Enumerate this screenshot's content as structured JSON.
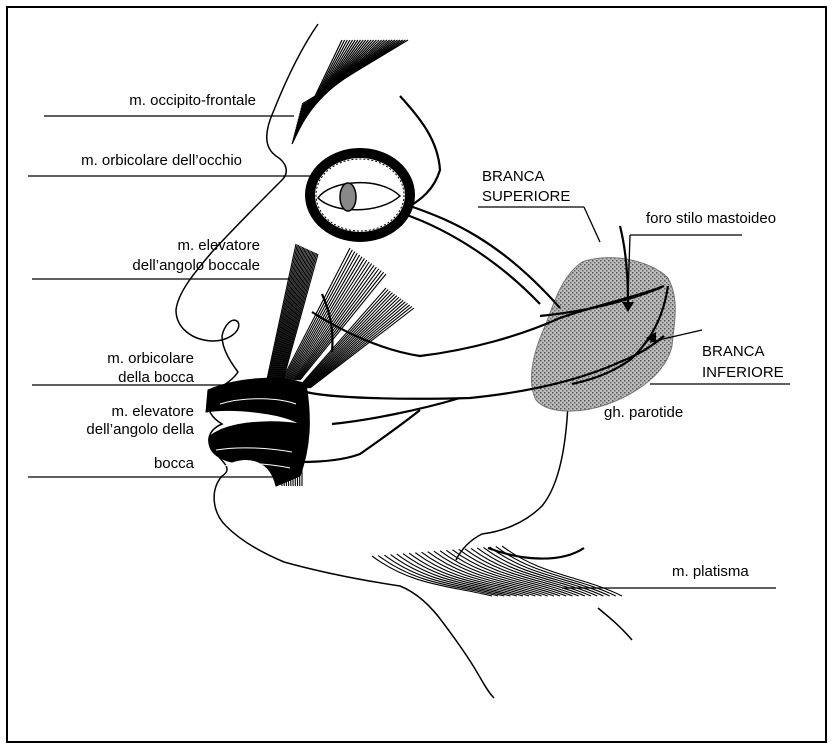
{
  "diagram": {
    "labels": {
      "occipito_frontale": "m. occipito-frontale",
      "orbicolare_occhio": "m. orbicolare dell’occhio",
      "elevatore_1": "m. elevatore",
      "elevatore_2": "dell’angolo boccale",
      "orbicolare_bocca_1": "m. orbicolare",
      "orbicolare_bocca_2": "della bocca",
      "elev_angolo_bocca_1": "m. elevatore",
      "elev_angolo_bocca_2": "dell’angolo della",
      "elev_angolo_bocca_3": "bocca",
      "branca_sup_1": "BRANCA",
      "branca_sup_2": "SUPERIORE",
      "foro": "foro stilo mastoideo",
      "branca_inf_1": "BRANCA",
      "branca_inf_2": "INFERIORE",
      "parotide": "gh. parotide",
      "platisma": "m. platisma"
    },
    "colors": {
      "line": "#000000",
      "gland": "#8a8a8a",
      "background": "#ffffff"
    }
  }
}
